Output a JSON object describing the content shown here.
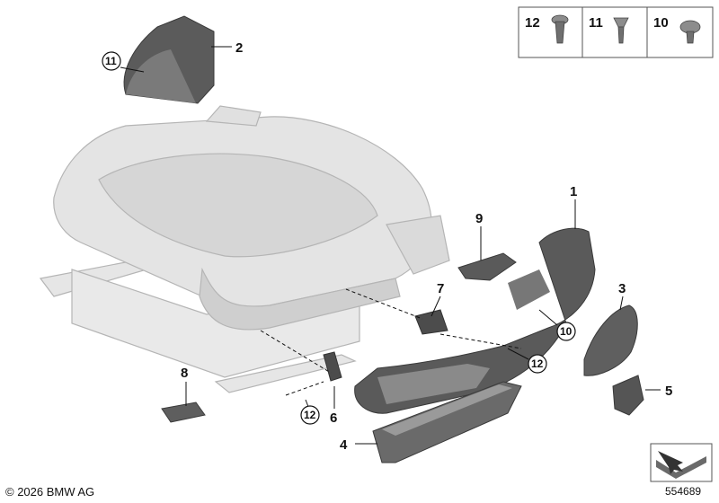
{
  "parts": [
    {
      "number": "1",
      "name": "side-trim-panel"
    },
    {
      "number": "2",
      "name": "upper-cover"
    },
    {
      "number": "3",
      "name": "round-cover"
    },
    {
      "number": "4",
      "name": "lower-trim-strip"
    },
    {
      "number": "5",
      "name": "small-cap"
    },
    {
      "number": "6",
      "name": "bracket"
    },
    {
      "number": "7",
      "name": "hinge-bracket"
    },
    {
      "number": "8",
      "name": "end-cap"
    },
    {
      "number": "9",
      "name": "clip-cover"
    }
  ],
  "circled_callouts": {
    "upper_cover_screw": "11",
    "panel_screw": "10",
    "trim_screw": "12",
    "bracket_screw": "12"
  },
  "legend": {
    "items": [
      {
        "number": "12",
        "icon": "screw-flat-head-icon"
      },
      {
        "number": "11",
        "icon": "screw-cone-head-icon"
      },
      {
        "number": "10",
        "icon": "screw-round-head-icon"
      }
    ]
  },
  "footer": {
    "copyright": "© 2026 BMW AG",
    "diagram_id": "554689"
  },
  "colors": {
    "part_dark": "#4a4a4a",
    "part_mid": "#6e6e6e",
    "part_light": "#9a9a9a",
    "seat_ghost": "#d8d8d8",
    "seat_ghost_line": "#b8b8b8",
    "line": "#111111"
  }
}
